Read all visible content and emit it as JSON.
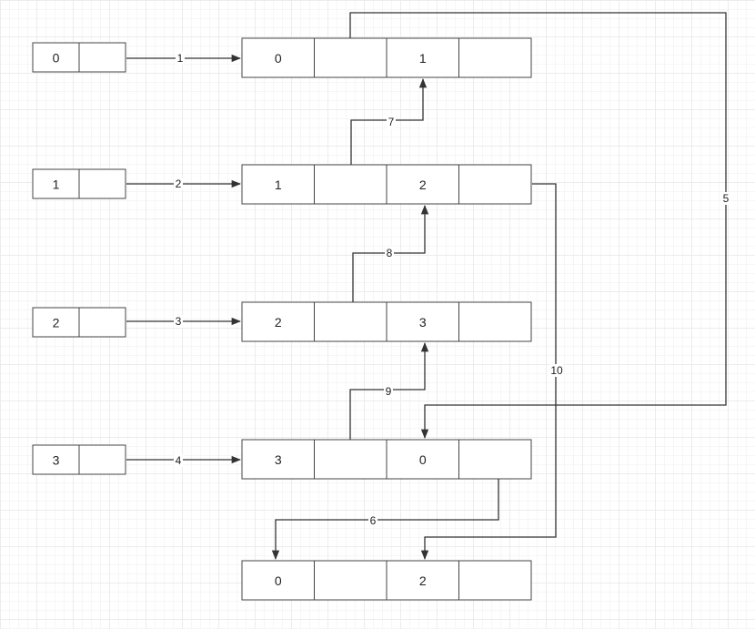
{
  "left_nodes": [
    {
      "id": "L0",
      "cells": [
        "0",
        ""
      ]
    },
    {
      "id": "L1",
      "cells": [
        "1",
        ""
      ]
    },
    {
      "id": "L2",
      "cells": [
        "2",
        ""
      ]
    },
    {
      "id": "L3",
      "cells": [
        "3",
        ""
      ]
    }
  ],
  "right_nodes": [
    {
      "id": "R0",
      "cells": [
        "0",
        "",
        "1",
        ""
      ]
    },
    {
      "id": "R1",
      "cells": [
        "1",
        "",
        "2",
        ""
      ]
    },
    {
      "id": "R2",
      "cells": [
        "2",
        "",
        "3",
        ""
      ]
    },
    {
      "id": "R3",
      "cells": [
        "3",
        "",
        "0",
        ""
      ]
    },
    {
      "id": "R4",
      "cells": [
        "0",
        "",
        "2",
        ""
      ]
    }
  ],
  "edges": [
    {
      "id": "e1",
      "label": "1",
      "from": "L0",
      "to": "R0"
    },
    {
      "id": "e2",
      "label": "2",
      "from": "L1",
      "to": "R1"
    },
    {
      "id": "e3",
      "label": "3",
      "from": "L2",
      "to": "R2"
    },
    {
      "id": "e4",
      "label": "4",
      "from": "L3",
      "to": "R3"
    },
    {
      "id": "e5",
      "label": "5",
      "from": "R0",
      "to": "R3"
    },
    {
      "id": "e6",
      "label": "6",
      "from": "R3",
      "to": "R4"
    },
    {
      "id": "e7",
      "label": "7",
      "from": "R1",
      "to": "R0"
    },
    {
      "id": "e8",
      "label": "8",
      "from": "R2",
      "to": "R1"
    },
    {
      "id": "e9",
      "label": "9",
      "from": "R3",
      "to": "R2"
    },
    {
      "id": "e10",
      "label": "10",
      "from": "R1",
      "to": "R4"
    }
  ],
  "colors": {
    "background": "#ffffff",
    "grid": "#ececec",
    "stroke": "#444444",
    "edge": "#333333",
    "text": "#222222"
  }
}
